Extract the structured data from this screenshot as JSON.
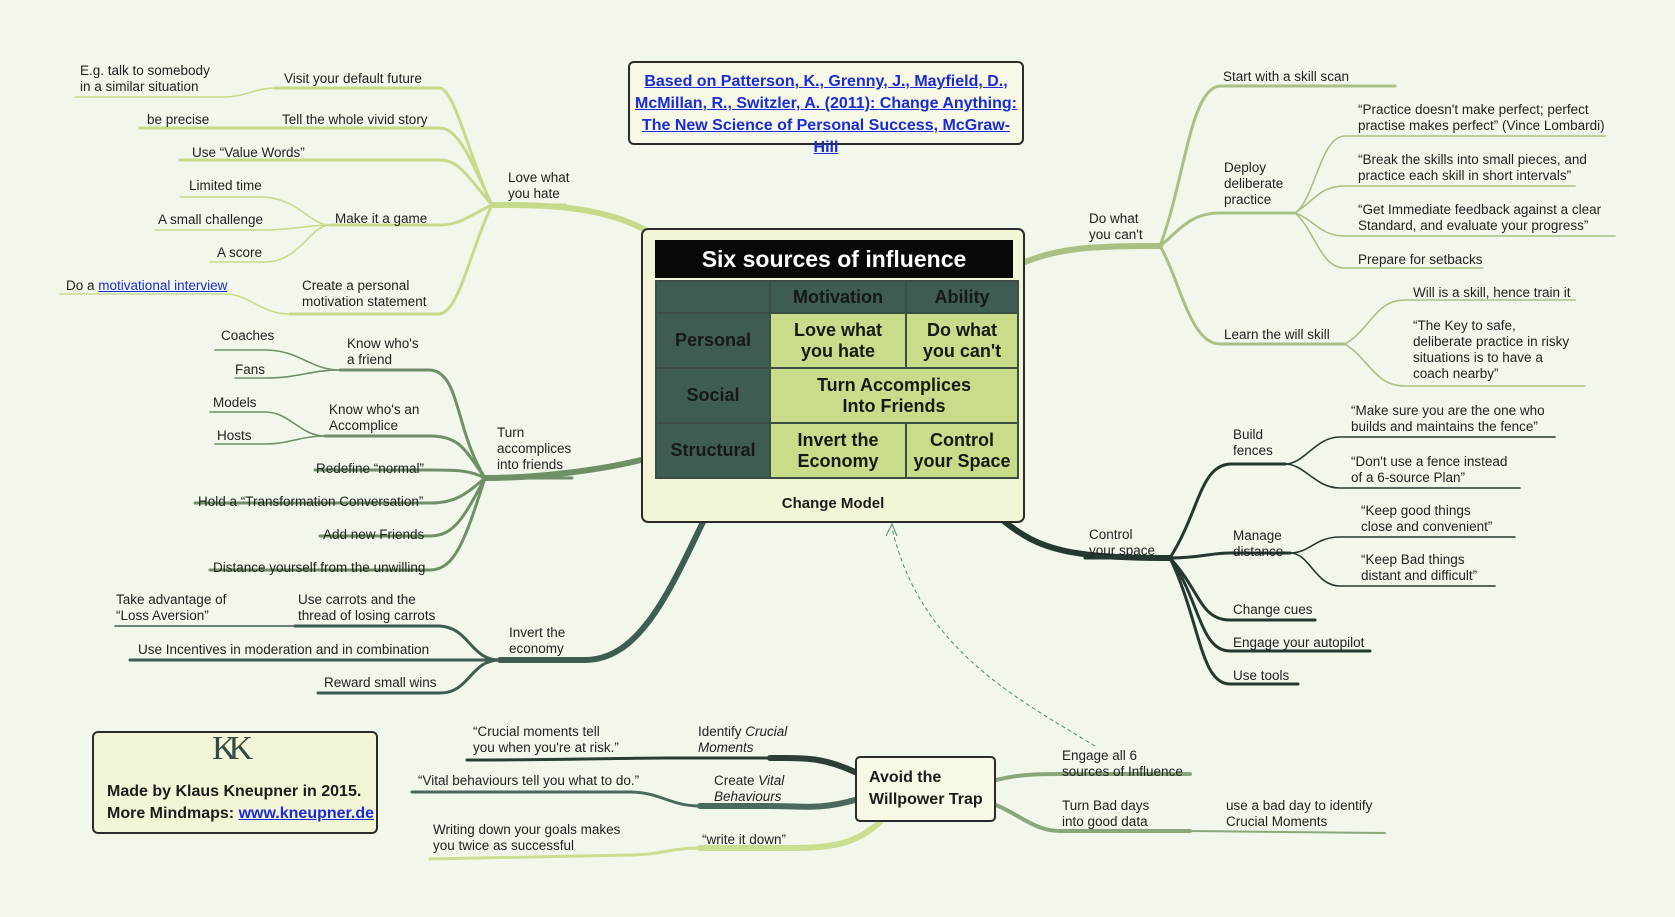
{
  "source": {
    "line1": "Based on Patterson, K., Grenny, J., Mayfield, D.,",
    "line2": "McMillan, R., Switzler, A. (2011): Change Anything:",
    "line3": "The New Science of Personal Success, McGraw-Hill"
  },
  "model": {
    "title": "Six sources of influence",
    "col_motivation": "Motivation",
    "col_ability": "Ability",
    "row_personal": "Personal",
    "row_social": "Social",
    "row_structural": "Structural",
    "cell_love": [
      "Love what",
      "you hate"
    ],
    "cell_do": [
      "Do what",
      "you can't"
    ],
    "cell_turn": [
      "Turn Accomplices",
      "Into Friends"
    ],
    "cell_invert": [
      "Invert the",
      "Economy"
    ],
    "cell_control": [
      "Control",
      "your Space"
    ],
    "caption": "Change Model"
  },
  "love": {
    "label": [
      "Love what",
      "you hate"
    ],
    "visit": "Visit your default future",
    "visit_eg": [
      "E.g. talk to somebody",
      "in a similar situation"
    ],
    "tell": "Tell the whole vivid story",
    "precise": "be precise",
    "value_words": "Use “Value Words”",
    "game": "Make it a game",
    "limited": "Limited time",
    "challenge": "A small challenge",
    "score": "A score",
    "statement": [
      "Create a personal",
      "motivation statement"
    ],
    "do_a": "Do a",
    "mi_link": "motivational interview"
  },
  "turn": {
    "label": [
      "Turn",
      "accomplices",
      "into friends"
    ],
    "friend": [
      "Know who's",
      "a friend"
    ],
    "coaches": "Coaches",
    "fans": "Fans",
    "accomplice": [
      "Know who's an",
      "Accomplice"
    ],
    "models": "Models",
    "hosts": "Hosts",
    "redefine": "Redefine “normal”",
    "conversation": "Hold a “Transformation Conversation”",
    "new_friends": "Add new Friends",
    "distance": "Distance yourself from the unwilling"
  },
  "invert": {
    "label": [
      "Invert the",
      "economy"
    ],
    "carrots": [
      "Use carrots and the",
      "thread of losing carrots"
    ],
    "loss": [
      "Take advantage of",
      "“Loss Aversion”"
    ],
    "incentives": "Use Incentives in moderation and in combination",
    "reward": "Reward small wins"
  },
  "do": {
    "label": [
      "Do what",
      "you can't"
    ],
    "skill_scan": "Start with a skill scan",
    "deliberate": [
      "Deploy",
      "deliberate",
      "practice"
    ],
    "q1": [
      "“Practice doesn't make perfect; perfect",
      "practise makes perfect” (Vince Lombardi)"
    ],
    "q2": [
      "“Break the skills into small pieces, and",
      "practice each skill in short intervals”"
    ],
    "q3": [
      "“Get Immediate feedback against a clear",
      "Standard, and evaluate your progress”"
    ],
    "setbacks": "Prepare for setbacks",
    "will": "Learn the will skill",
    "will_skill": "Will is a skill, hence train it",
    "key": [
      "“The Key to safe,",
      "deliberate practice in risky",
      "situations is to have a",
      "coach nearby”"
    ]
  },
  "control": {
    "label": [
      "Control",
      "your space"
    ],
    "fences": [
      "Build",
      "fences"
    ],
    "f1": [
      "“Make sure you are the one who",
      "builds and maintains the fence”"
    ],
    "f2": [
      "“Don't use a fence instead",
      "of a 6-source Plan”"
    ],
    "manage": [
      "Manage",
      "distance"
    ],
    "m1": [
      "“Keep good things",
      "close and convenient”"
    ],
    "m2": [
      "“Keep Bad things",
      "distant and difficult”"
    ],
    "cues": "Change cues",
    "autopilot": "Engage your autopilot",
    "tools": "Use tools"
  },
  "trap": {
    "label": [
      "Avoid the",
      "Willpower Trap"
    ],
    "identify": [
      "Identify ",
      "Crucial",
      "Moments"
    ],
    "crucial_q": [
      "“Crucial moments tell",
      "you when you're at risk.”"
    ],
    "create": [
      "Create ",
      "Vital",
      "Behaviours"
    ],
    "vital_q": "“Vital behaviours tell you what to do.”",
    "write": "“write it down”",
    "write_q": [
      "Writing down your goals makes",
      "you twice as successful"
    ],
    "engage": [
      "Engage all 6",
      "sources of Influence"
    ],
    "bad_days": [
      "Turn Bad days",
      "into good data"
    ],
    "bad_q": [
      "use a bad day to identify",
      "Crucial Moments"
    ]
  },
  "credit": {
    "logo": "KK",
    "line1": "Made by Klaus Kneupner in 2015.",
    "line2_prefix": "More Mindmaps: ",
    "line2_link": "www.kneupner.de"
  },
  "colors": {
    "background": "#f2f7ec",
    "love_branch": "#c6db8a",
    "turn_branch": "#6f8f66",
    "invert_branch": "#3e5c52",
    "do_branch": "#a9bf83",
    "control_branch": "#24382f",
    "trap_dark": "#2c3e35",
    "trap_mid": "#4b6a5e",
    "trap_light": "#c9de8e",
    "trap_right": "#8aa77a",
    "link": "#1a2bd8"
  }
}
